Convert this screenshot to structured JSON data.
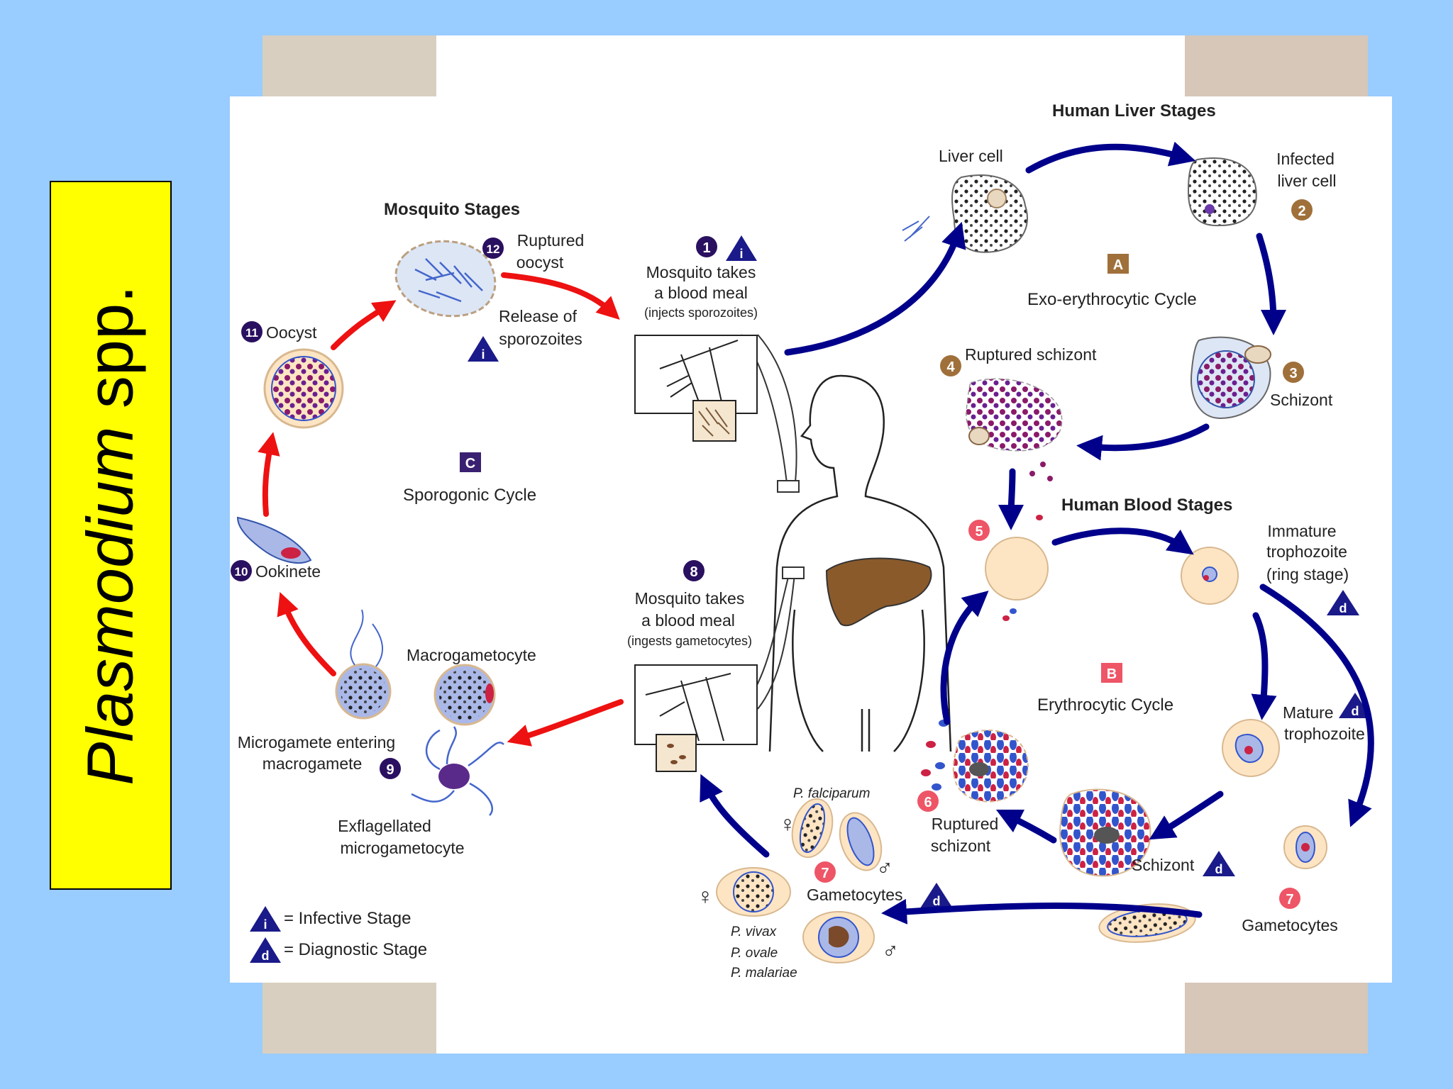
{
  "title": {
    "species": "Plasmodium",
    "suffix": " spp."
  },
  "headings": {
    "mosquito": "Mosquito Stages",
    "liver": "Human Liver Stages",
    "blood": "Human Blood Stages"
  },
  "cycles": {
    "exo": {
      "letter": "A",
      "name": "Exo-erythrocytic Cycle"
    },
    "ery": {
      "letter": "B",
      "name": "Erythrocytic Cycle"
    },
    "spor": {
      "letter": "C",
      "name": "Sporogonic Cycle"
    }
  },
  "markers": {
    "infective": "i",
    "diagnostic": "d"
  },
  "steps": {
    "s1": {
      "num": "1",
      "l1": "Mosquito takes",
      "l2": "a blood meal",
      "l3": "(injects sporozoites)"
    },
    "s2": {
      "num": "2",
      "l1": "Infected",
      "l2": "liver cell"
    },
    "liver_cell": "Liver cell",
    "s3": {
      "num": "3",
      "label": "Schizont"
    },
    "s4": {
      "num": "4",
      "label": "Ruptured schizont"
    },
    "s5": {
      "num": "5"
    },
    "immature": {
      "l1": "Immature",
      "l2": "trophozoite",
      "l3": "(ring stage)"
    },
    "mature": {
      "l1": "Mature",
      "l2": "trophozoite"
    },
    "schizont_b": "Schizont",
    "s6": {
      "num": "6",
      "l1": "Ruptured",
      "l2": "schizont"
    },
    "s7": {
      "num": "7",
      "gametocytes": "Gametocytes"
    },
    "s8": {
      "num": "8",
      "l1": "Mosquito takes",
      "l2": "a blood meal",
      "l3": "(ingests gametocytes)"
    },
    "s9": {
      "num": "9",
      "l1": "Microgamete entering",
      "l2": "macrogamete"
    },
    "macro": "Macrogametocyte",
    "exflag": {
      "l1": "Exflagellated",
      "l2": "microgametocyte"
    },
    "s10": {
      "num": "10",
      "label": "Ookinete"
    },
    "s11": {
      "num": "11",
      "label": "Oocyst"
    },
    "s12": {
      "num": "12",
      "l1": "Ruptured",
      "l2": "oocyst"
    },
    "release": {
      "l1": "Release of",
      "l2": "sporozoites"
    }
  },
  "species": {
    "falciparum": "P. falciparum",
    "vivax": "P. vivax",
    "ovale": "P. ovale",
    "malariae": "P. malariae"
  },
  "symbols": {
    "female": "♀",
    "male": "♂"
  },
  "legend": {
    "infective": "= Infective Stage",
    "diagnostic": "= Diagnostic Stage"
  },
  "colors": {
    "background": "#99ccff",
    "title_box": "#ffff00",
    "blue_arrow": "#00008b",
    "red_arrow": "#ee1111",
    "liver": "#8b5a2b",
    "rbc": "#fde5c4",
    "parasite": "#8a1a6a"
  }
}
